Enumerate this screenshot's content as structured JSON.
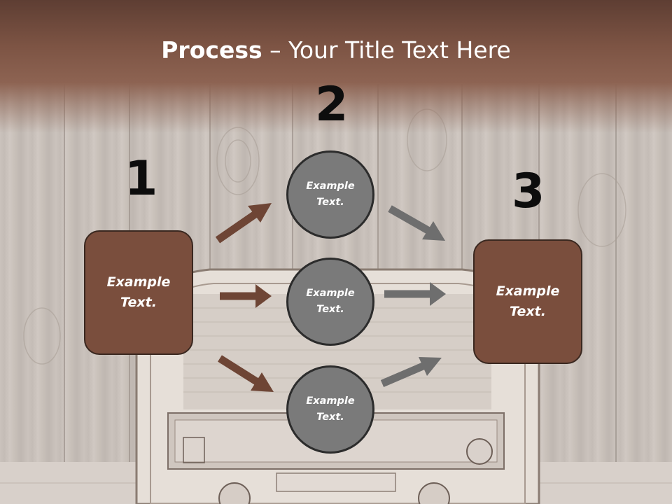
{
  "title": {
    "bold": "Process",
    "rest": " – Your Title Text Here"
  },
  "steps": {
    "one": "1",
    "two": "2",
    "three": "3"
  },
  "left_box": {
    "text": "Example Text."
  },
  "right_box": {
    "text": "Example Text."
  },
  "circles": [
    {
      "text": "Example Text."
    },
    {
      "text": "Example Text."
    },
    {
      "text": "Example Text."
    }
  ],
  "colors": {
    "brown": "#7a4e3d",
    "gray": "#7a7a7a",
    "arrow_brown": "#6e4535",
    "arrow_gray": "#6e6e6e"
  }
}
